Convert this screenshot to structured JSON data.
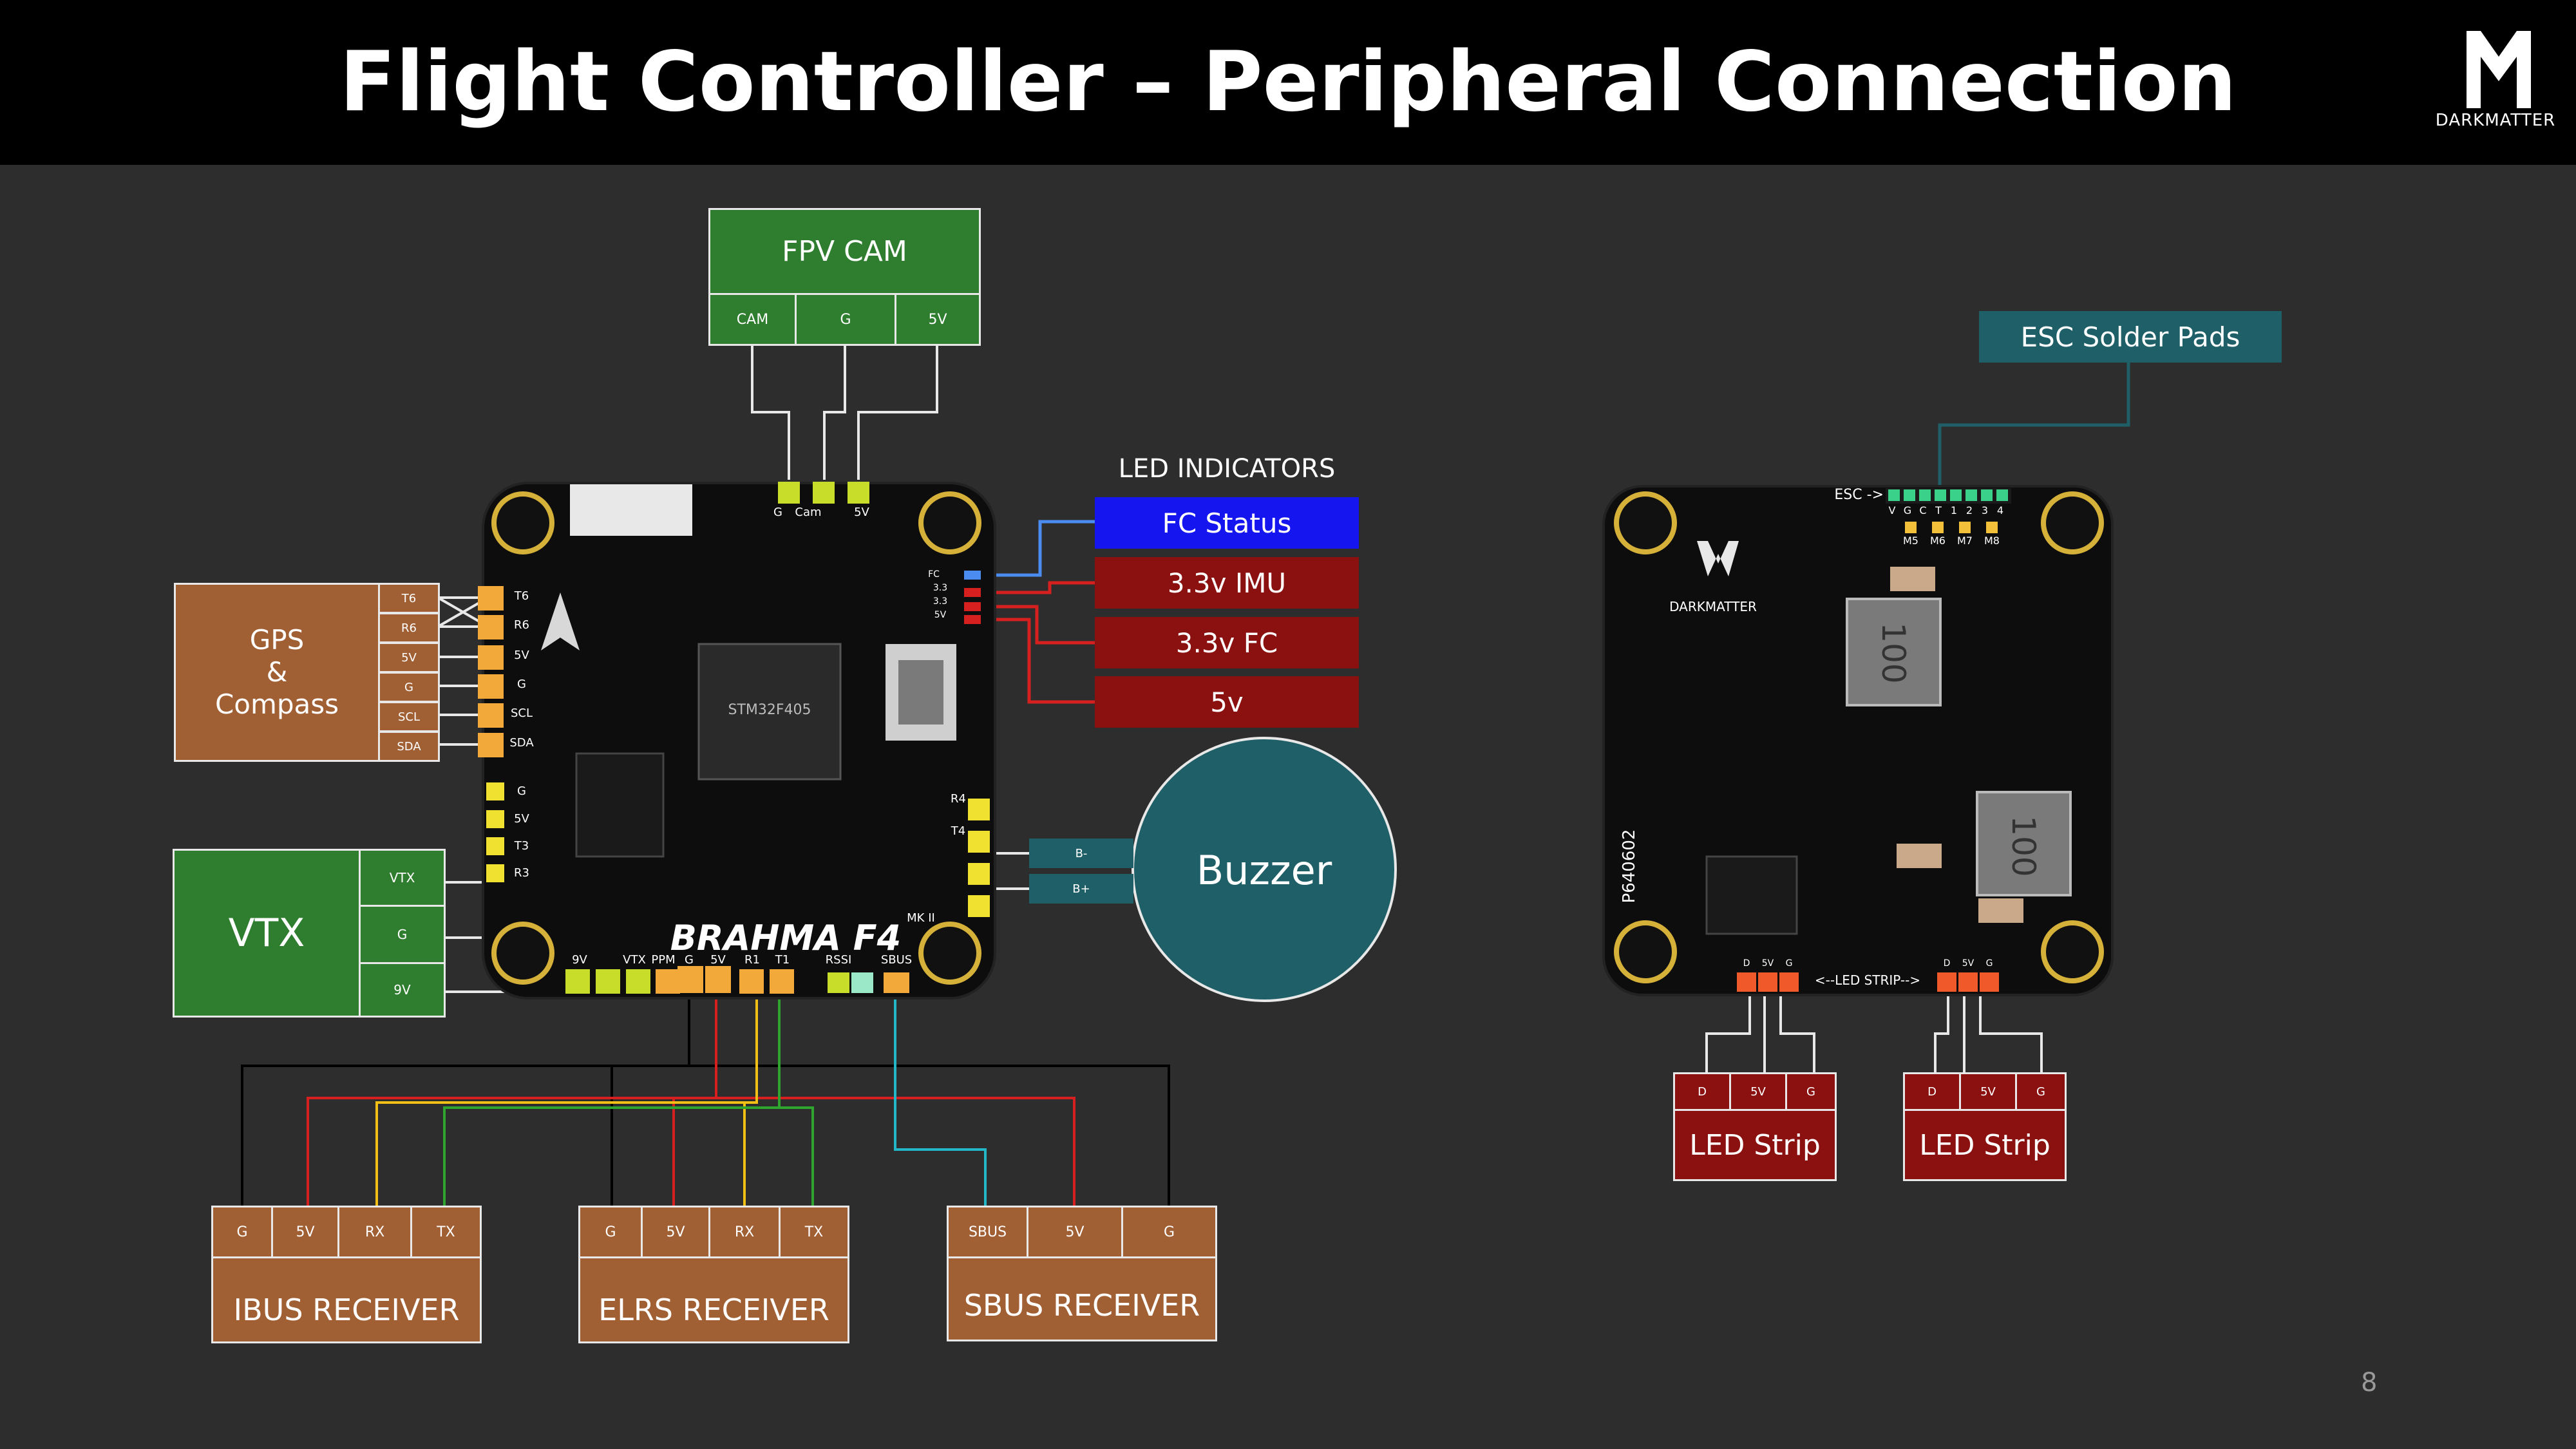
{
  "header": {
    "title": "Flight Controller – Peripheral Connection",
    "logo_text": "DARKMATTER"
  },
  "fpv_cam": {
    "title": "FPV CAM",
    "pins": [
      "CAM",
      "G",
      "5V"
    ]
  },
  "led_indicators": {
    "title": "LED INDICATORS",
    "items": [
      "FC Status",
      "3.3v IMU",
      "3.3v FC",
      "5v"
    ]
  },
  "gps": {
    "title_lines": [
      "GPS",
      "&",
      "Compass"
    ],
    "pins": [
      "T6",
      "R6",
      "5V",
      "G",
      "SCL",
      "SDA"
    ]
  },
  "vtx": {
    "title": "VTX",
    "pins": [
      "VTX",
      "G",
      "9V"
    ]
  },
  "buzzer": {
    "title": "Buzzer",
    "pins": [
      "B-",
      "B+"
    ]
  },
  "esc": {
    "title": "ESC Solder Pads",
    "pad_label": "ESC ->"
  },
  "receivers": [
    {
      "title": "IBUS RECEIVER",
      "pins": [
        "G",
        "5V",
        "RX",
        "TX"
      ]
    },
    {
      "title": "ELRS RECEIVER",
      "pins": [
        "G",
        "5V",
        "RX",
        "TX"
      ]
    },
    {
      "title": "SBUS RECEIVER",
      "pins": [
        "SBUS",
        "5V",
        "G"
      ]
    }
  ],
  "led_strips": [
    {
      "title": "LED Strip",
      "pins": [
        "D",
        "5V",
        "G"
      ]
    },
    {
      "title": "LED Strip",
      "pins": [
        "D",
        "5V",
        "G"
      ]
    }
  ],
  "boards": {
    "fc_brand": "BRAHMA F4",
    "fc_mark": "MK II",
    "fc_chip": "STM32F405",
    "pdb_brand": "DARKMATTER",
    "pdb_id": "P640602",
    "pdb_inductor": "100",
    "pdb_ledstrip_label": "<--LED STRIP-->",
    "fc_pad_labels_bottom": [
      "9V",
      "VTX",
      "PPM",
      "G",
      "5V",
      "R1",
      "T1",
      "RSSI",
      "SBUS"
    ],
    "fc_pad_labels_left": [
      "T6",
      "R6",
      "5V",
      "G",
      "SCL",
      "SDA",
      "G",
      "5V",
      "T3",
      "R3"
    ],
    "fc_pad_labels_right": [
      "R4",
      "T4"
    ],
    "fc_pad_labels_top": [
      "G",
      "Cam",
      "5V"
    ],
    "fc_led_labels": [
      "FC",
      "3.3",
      "3.3",
      "5V"
    ],
    "esc_pad_labels": [
      "V",
      "G",
      "C",
      "T",
      "1",
      "2",
      "3",
      "4"
    ],
    "esc_motor_labels": [
      "M5",
      "M6",
      "M7",
      "M8"
    ],
    "pdb_strip_pins": [
      "D",
      "5V",
      "G"
    ]
  },
  "page_number": "8",
  "colors": {
    "green": "#2f7d2f",
    "brown": "#a15f34",
    "red": "#8b1111",
    "teal": "#1f5f68",
    "blue": "#1515f0",
    "wire_red": "#d62020",
    "wire_yellow": "#f2c014",
    "wire_green": "#2fa52f",
    "wire_cyan": "#22b8c9"
  }
}
